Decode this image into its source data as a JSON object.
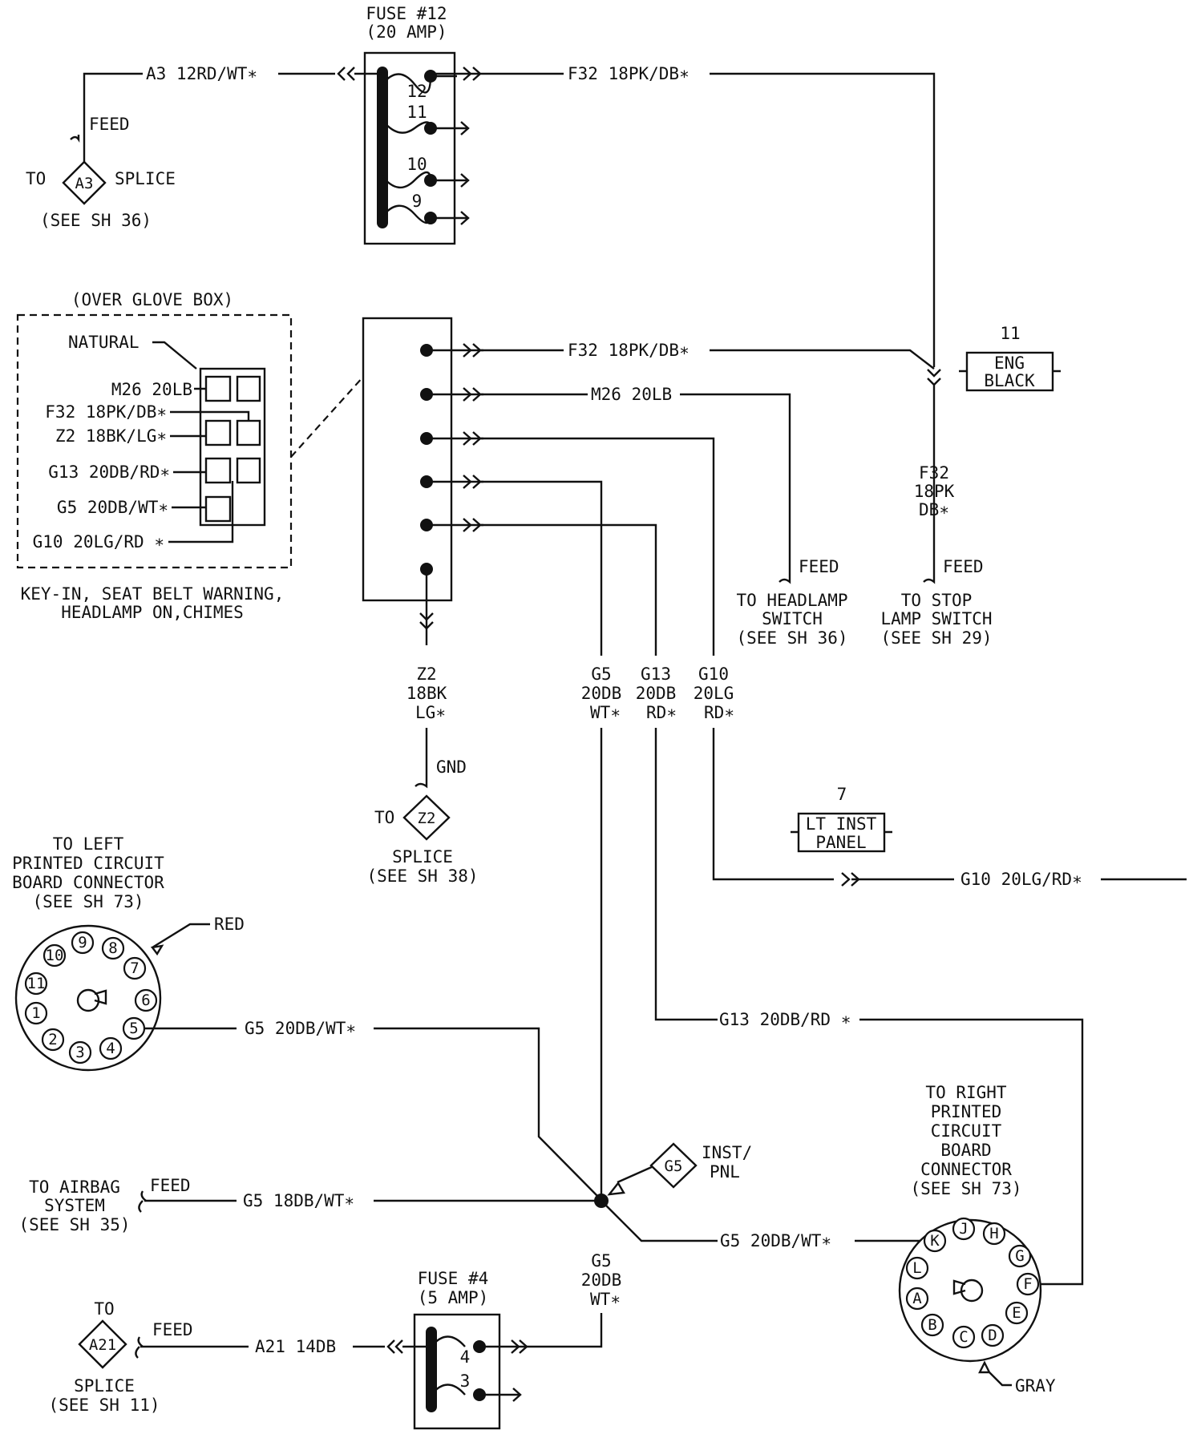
{
  "fuse12": {
    "title": "FUSE #12",
    "rating": "(20 AMP)",
    "pins": [
      "12",
      "11",
      "10",
      "9"
    ]
  },
  "wires": {
    "a3_in": "A3 12RD/WT∗",
    "f32_out": "F32 18PK/DB∗",
    "f32_conn": "F32 18PK/DB∗",
    "m26_conn": "M26 20LB",
    "g10_right": "G10 20LG/RD∗",
    "g13_mid": "G13 20DB/RD ∗",
    "g5_left": "G5 20DB/WT∗",
    "g5_airbag": "G5 18DB/WT∗",
    "g5_right": "G5 20DB/WT∗",
    "a21": "A21 14DB"
  },
  "a3_splice": {
    "feed": "FEED",
    "to": "TO",
    "id": "A3",
    "splice": "SPLICE",
    "see": "(SEE SH 36)"
  },
  "connector_detail": {
    "location": "(OVER GLOVE BOX)",
    "color_label": "NATURAL",
    "wires": [
      "M26 20LB",
      "F32 18PK/DB∗",
      "Z2 18BK/LG∗",
      "G13 20DB/RD∗",
      "G5 20DB/WT∗",
      "G10 20LG/RD ∗"
    ],
    "caption1": "KEY-IN, SEAT BELT WARNING,",
    "caption2": "HEADLAMP ON,CHIMES"
  },
  "eng_black": {
    "num": "11",
    "line1": "ENG",
    "line2": "BLACK"
  },
  "f32_vertical": [
    "F32",
    "18PK",
    "DB∗"
  ],
  "headlamp": {
    "feed": "FEED",
    "line1": "TO HEADLAMP",
    "line2": "SWITCH",
    "line3": "(SEE SH 36)"
  },
  "stop_lamp": {
    "feed": "FEED",
    "line1": "TO STOP",
    "line2": "LAMP SWITCH",
    "line3": "(SEE SH 29)"
  },
  "z2": {
    "wire": [
      "Z2",
      "18BK",
      "LG∗"
    ],
    "gnd": "GND",
    "to": "TO",
    "id": "Z2",
    "splice": "SPLICE",
    "see": "(SEE SH 38)"
  },
  "g5_vert": [
    "G5",
    "20DB",
    "WT∗"
  ],
  "g13_vert": [
    "G13",
    "20DB",
    "RD∗"
  ],
  "g10_vert": [
    "G10",
    "20LG",
    "RD∗"
  ],
  "lt_inst": {
    "num": "7",
    "line1": "LT INST",
    "line2": "PANEL"
  },
  "left_pcb": {
    "lines": [
      "TO LEFT",
      "PRINTED CIRCUIT",
      "BOARD CONNECTOR",
      "(SEE SH 73)"
    ],
    "color": "RED",
    "pins": [
      "1",
      "2",
      "3",
      "4",
      "5",
      "6",
      "7",
      "8",
      "9",
      "10",
      "11"
    ]
  },
  "right_pcb": {
    "lines": [
      "TO RIGHT",
      "PRINTED",
      "CIRCUIT",
      "BOARD",
      "CONNECTOR",
      "(SEE SH 73)"
    ],
    "color": "GRAY",
    "pins": [
      "A",
      "B",
      "C",
      "D",
      "E",
      "F",
      "G",
      "H",
      "J",
      "K",
      "L"
    ]
  },
  "g5_splice": {
    "id": "G5",
    "line1": "INST/",
    "line2": "PNL"
  },
  "airbag": {
    "line1": "TO AIRBAG",
    "line2": "SYSTEM",
    "line3": "(SEE SH 35)",
    "feed": "FEED"
  },
  "g5_bottom": [
    "G5",
    "20DB",
    "WT∗"
  ],
  "fuse4": {
    "title": "FUSE #4",
    "rating": "(5 AMP)",
    "pins": [
      "4",
      "3"
    ]
  },
  "a21_splice": {
    "to": "TO",
    "id": "A21",
    "feed": "FEED",
    "splice": "SPLICE",
    "see": "(SEE SH 11)"
  }
}
